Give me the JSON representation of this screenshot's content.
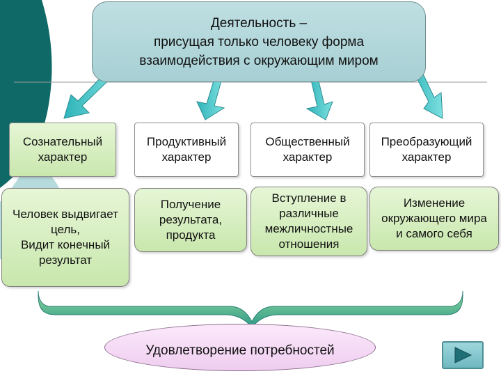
{
  "title": "Деятельность –\nприсущая только человеку форма\nвзаимодействия с окружающим миром",
  "characters": [
    "Сознательный\nхарактер",
    "Продуктивный\nхарактер",
    "Общественный\nхарактер",
    "Преобразующий\nхарактер"
  ],
  "details": [
    "Человек выдвигает\nцель,\nВидит конечный\nрезультат",
    "Получение\nрезультата,\nпродукта",
    "Вступление в\nразличные\nмежличностные\nотношения",
    "Изменение\nокружающего мира\nи самого себя"
  ],
  "result": "Удовлетворение потребностей",
  "colors": {
    "title_fill": "#a7d0d4",
    "box_fill": "#d4ecbf",
    "arrow": "#3fc4c8",
    "oval_fill": "#f4d9f4",
    "deco_dark": "#0f6a67",
    "deco_light": "#9fd0d2"
  },
  "icons": {
    "next": "play-triangle-icon"
  }
}
